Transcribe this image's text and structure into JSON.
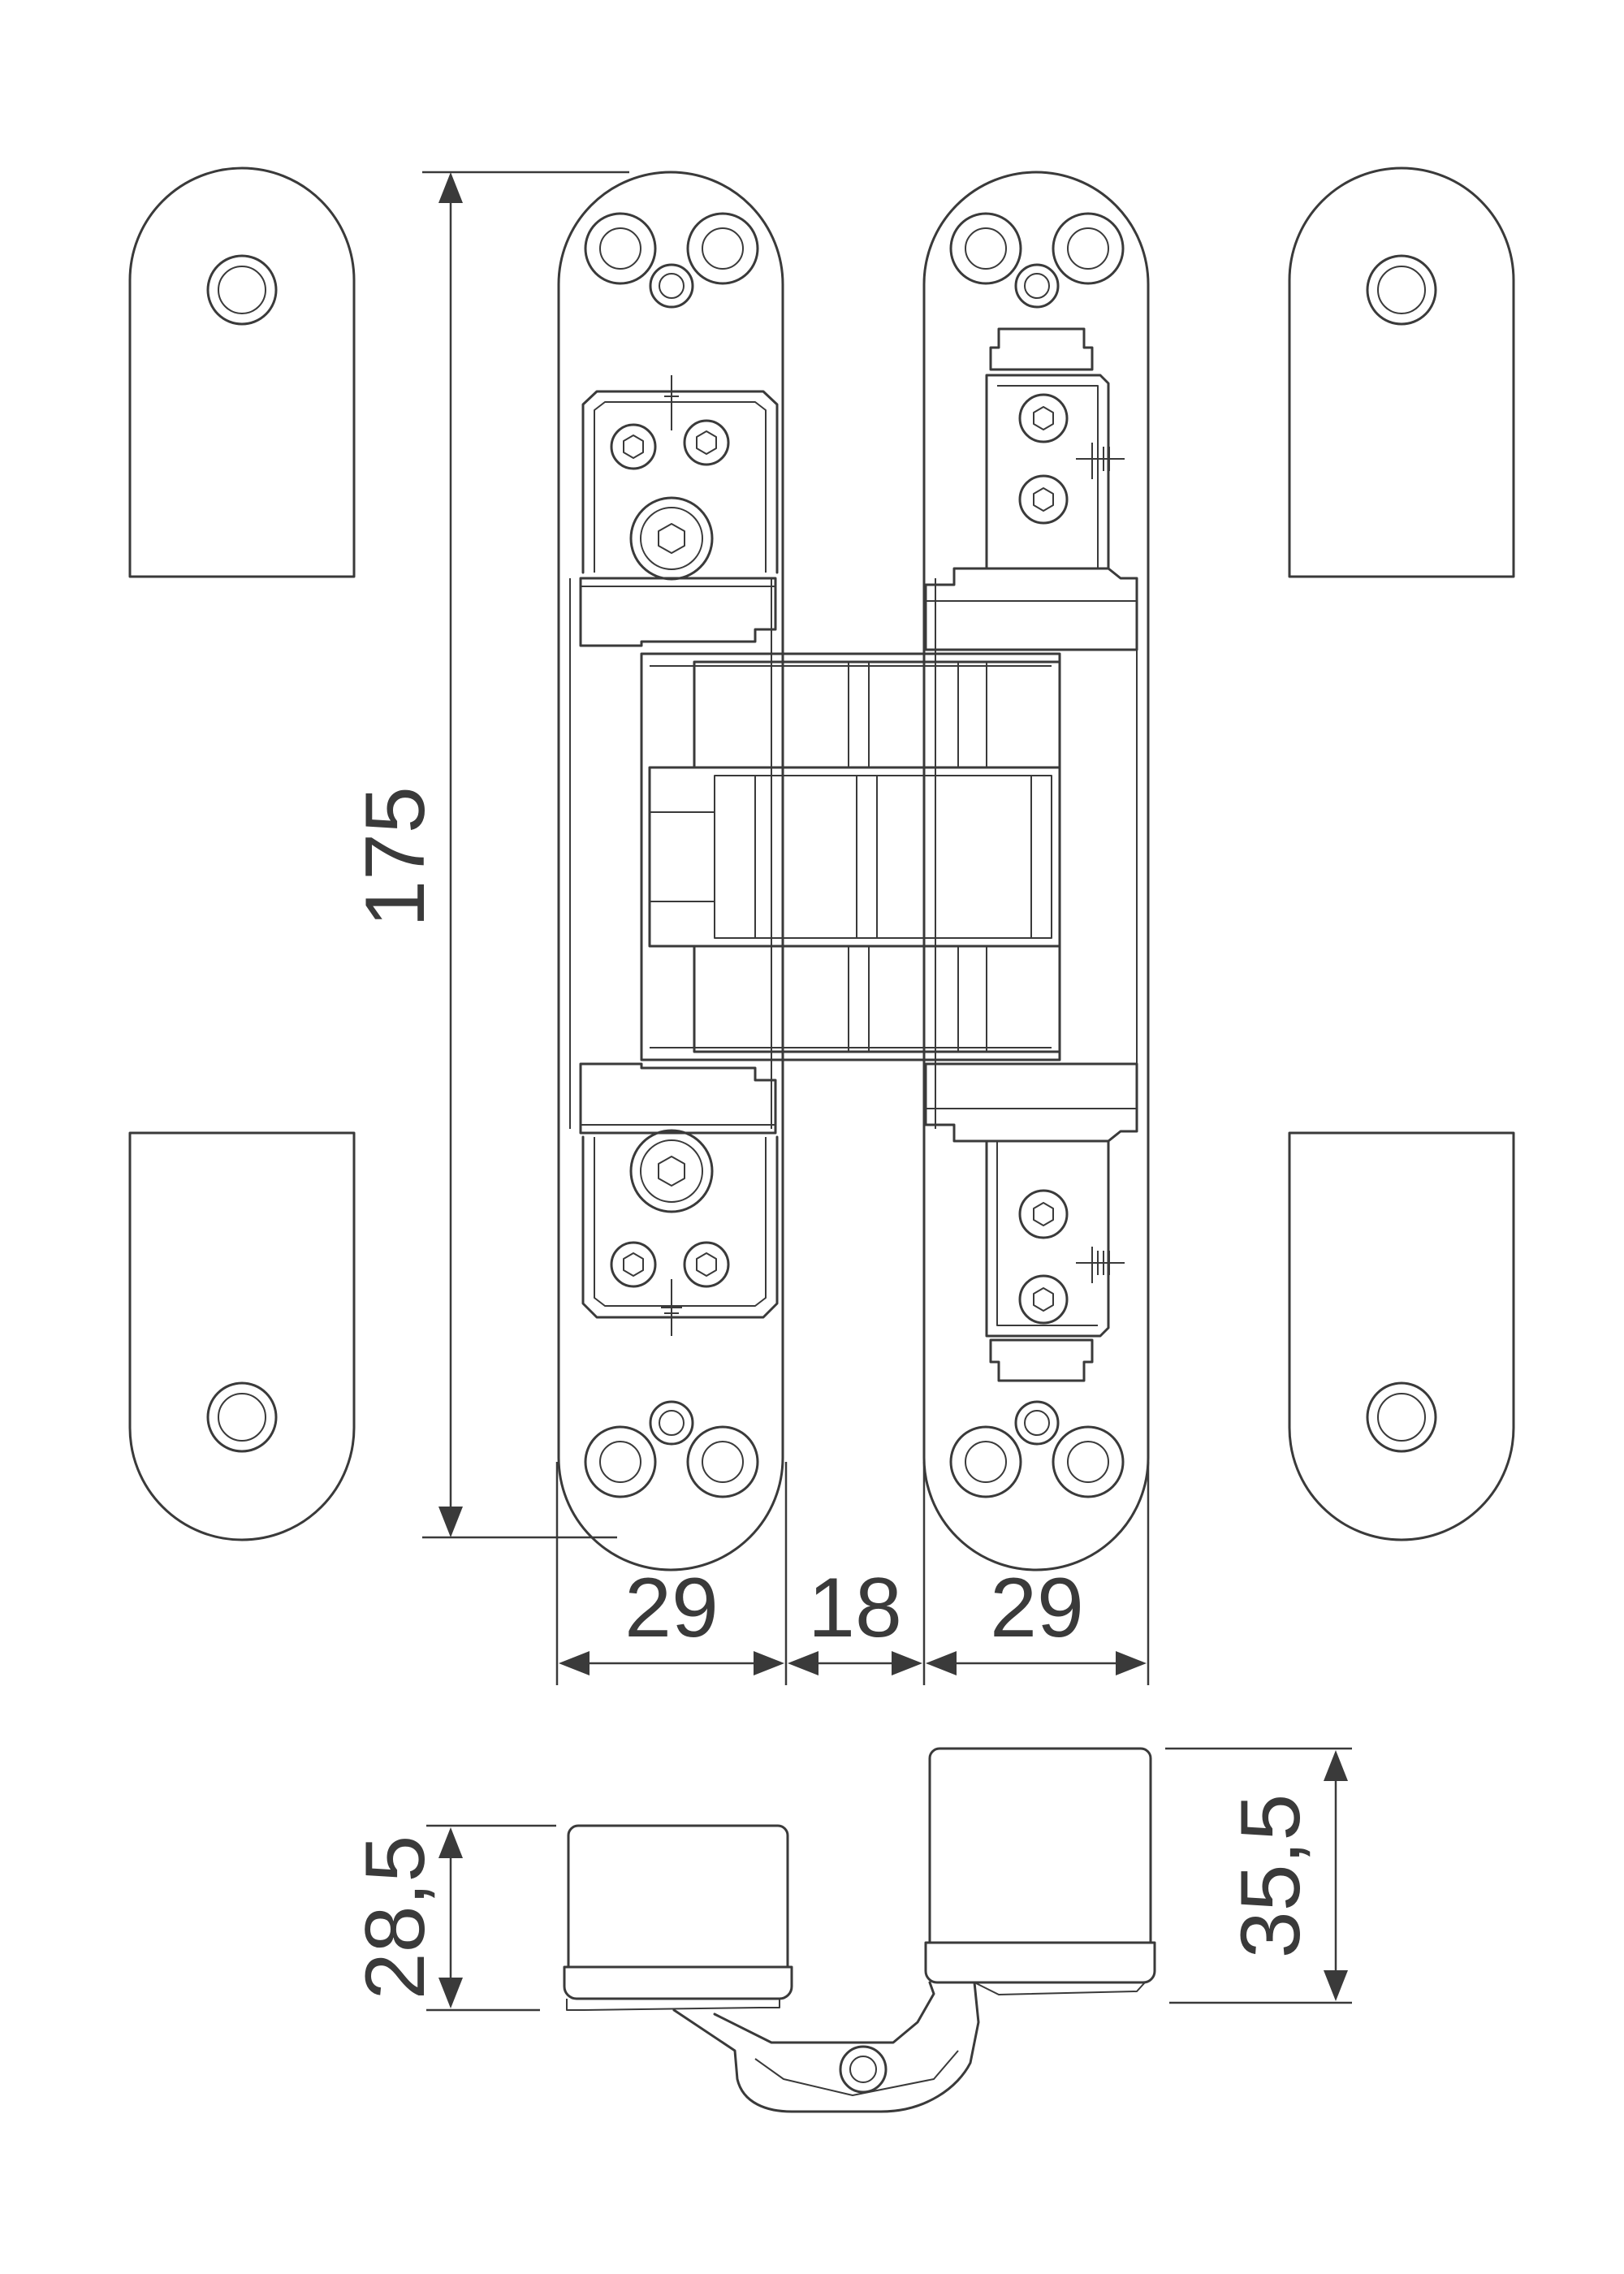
{
  "dimensions": {
    "height_total": "175",
    "width_left_leaf": "29",
    "width_center": "18",
    "width_right_leaf": "29",
    "depth_left": "28,5",
    "depth_right": "35,5"
  },
  "colors": {
    "line": "#3a3a3a",
    "background": "#ffffff"
  }
}
